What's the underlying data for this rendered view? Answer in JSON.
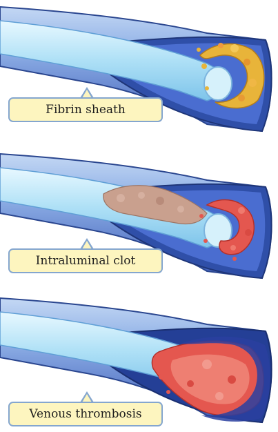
{
  "labels": {
    "fibrin_sheath": "Fibrin sheath",
    "intraluminal_clot": "Intraluminal clot",
    "venous_thrombosis": "Venous thrombosis"
  },
  "colors": {
    "vessel_outer": "#2f4fa8",
    "vessel_light": "#a8c4ec",
    "vessel_lumen": "#3c5fbe",
    "catheter": "#bfe8f8",
    "fibrin": "#e8b43a",
    "clot_pink": "#c9a08e",
    "thrombus_red": "#e4574f",
    "label_bg": "#fdf5bf",
    "label_border": "#84a6cf"
  }
}
